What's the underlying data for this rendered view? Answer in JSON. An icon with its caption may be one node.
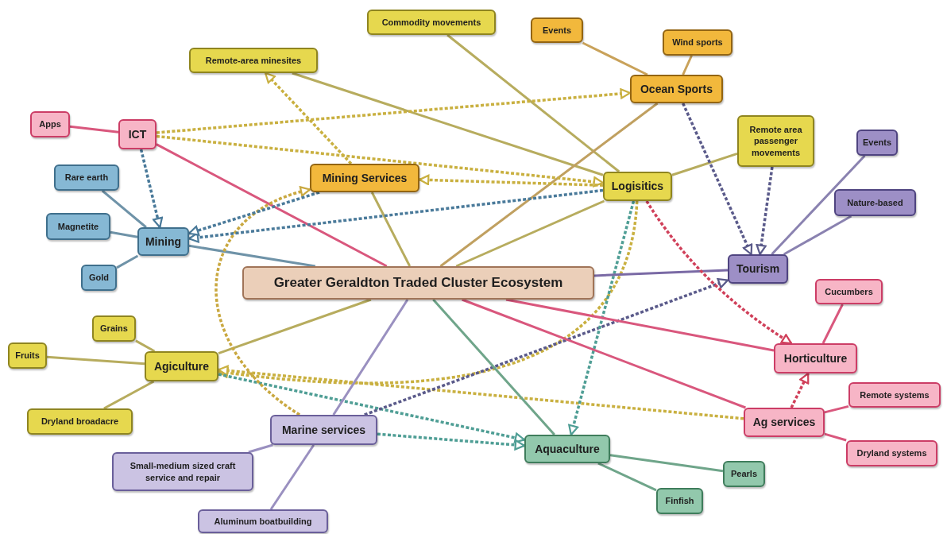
{
  "diagram": {
    "nodes": [
      {
        "text": [
          "Greater Geraldton Traded Cluster Ecosystem"
        ]
      },
      {
        "text": [
          "Commodity movements"
        ]
      },
      {
        "text": [
          "Events"
        ]
      },
      {
        "text": [
          "Wind sports"
        ]
      },
      {
        "text": [
          "Remote-area minesites"
        ]
      },
      {
        "text": [
          "Ocean Sports"
        ]
      },
      {
        "text": [
          "ICT"
        ]
      },
      {
        "text": [
          "Apps"
        ]
      },
      {
        "text": [
          "Remote area passenger movements"
        ]
      },
      {
        "text": [
          "Events"
        ]
      },
      {
        "text": [
          "Mining Services"
        ]
      },
      {
        "text": [
          "Logisitics"
        ]
      },
      {
        "text": [
          "Rare earth"
        ]
      },
      {
        "text": [
          "Nature-based"
        ]
      },
      {
        "text": [
          "Magnetite"
        ]
      },
      {
        "text": [
          "Mining"
        ]
      },
      {
        "text": [
          "Gold"
        ]
      },
      {
        "text": [
          "Tourism"
        ]
      },
      {
        "text": [
          "Cucumbers"
        ]
      },
      {
        "text": [
          "Grains"
        ]
      },
      {
        "text": [
          "Fruits"
        ]
      },
      {
        "text": [
          "Agiculture"
        ]
      },
      {
        "text": [
          "Horticulture"
        ]
      },
      {
        "text": [
          "Dryland broadacre"
        ]
      },
      {
        "text": [
          "Remote systems"
        ]
      },
      {
        "text": [
          "Ag services"
        ]
      },
      {
        "text": [
          "Marine services"
        ]
      },
      {
        "text": [
          "Aquaculture"
        ]
      },
      {
        "text": [
          "Dryland systems"
        ]
      },
      {
        "text": [
          "Small-medium sized craft service and repair"
        ]
      },
      {
        "text": [
          "Pearls"
        ]
      },
      {
        "text": [
          "Finfish"
        ]
      },
      {
        "text": [
          "Aluminum boatbuilding"
        ]
      }
    ],
    "edges": [
      {
        "from": 1,
        "to": 11,
        "arrow": "none",
        "color": "#b7ac5e"
      },
      {
        "from": 2,
        "to": 5,
        "arrow": "none",
        "color": "#c9a25a"
      },
      {
        "from": 3,
        "to": 5,
        "arrow": "none",
        "color": "#c9a25a"
      },
      {
        "from": 4,
        "to": 11,
        "arrow": "none",
        "color": "#b7ac5e"
      },
      {
        "from": 5,
        "to": 0,
        "arrow": "none",
        "color": "#c0a060"
      },
      {
        "from": 7,
        "to": 6,
        "arrow": "none",
        "color": "#d9577d"
      },
      {
        "from": 6,
        "to": 0,
        "arrow": "none",
        "color": "#d9577d"
      },
      {
        "from": 8,
        "to": 11,
        "arrow": "none",
        "color": "#b7ac5e"
      },
      {
        "from": 8,
        "to": 17,
        "arrow": "to",
        "style": "dashed",
        "color": "#5a5a8a"
      },
      {
        "from": 5,
        "to": 17,
        "arrow": "to",
        "style": "dashed",
        "color": "#5a5a8a"
      },
      {
        "from": 9,
        "to": 17,
        "arrow": "none",
        "color": "#8a82b0"
      },
      {
        "from": 13,
        "to": 17,
        "arrow": "none",
        "color": "#8a82b0"
      },
      {
        "from": 12,
        "to": 15,
        "arrow": "none",
        "color": "#6f93a8"
      },
      {
        "from": 14,
        "to": 15,
        "arrow": "none",
        "color": "#6f93a8"
      },
      {
        "from": 16,
        "to": 15,
        "arrow": "none",
        "color": "#6f93a8"
      },
      {
        "from": 15,
        "to": 0,
        "arrow": "none",
        "color": "#6f93a8"
      },
      {
        "from": 0,
        "to": 10,
        "arrow": "none",
        "color": "#b7ac5e"
      },
      {
        "from": 11,
        "to": 0,
        "arrow": "none",
        "color": "#b7ac5e"
      },
      {
        "from": 0,
        "to": 21,
        "arrow": "none",
        "color": "#b7ac5e"
      },
      {
        "from": 11,
        "to": 21,
        "arrow": "to",
        "style": "dashed",
        "color": "#c9b040"
      },
      {
        "from": 25,
        "to": 21,
        "arrow": "to",
        "style": "dashed",
        "color": "#c9b040"
      },
      {
        "from": 21,
        "to": 27,
        "arrow": "to",
        "style": "dashed",
        "color": "#4f9e95"
      },
      {
        "from": 26,
        "to": 27,
        "arrow": "to",
        "style": "dashed",
        "color": "#4f9e95"
      },
      {
        "from": 26,
        "to": 17,
        "arrow": "to",
        "style": "dashed",
        "color": "#5a5a8a"
      },
      {
        "from": 26,
        "to": 10,
        "arrow": "to",
        "style": "dashed",
        "color": "#c9a840"
      },
      {
        "from": 26,
        "to": 0,
        "arrow": "none",
        "color": "#9a90c0"
      },
      {
        "from": 29,
        "to": 26,
        "arrow": "none",
        "color": "#9a90c0"
      },
      {
        "from": 32,
        "to": 26,
        "arrow": "none",
        "color": "#9a90c0"
      },
      {
        "from": 0,
        "to": 27,
        "arrow": "none",
        "color": "#6fa58a"
      },
      {
        "from": 11,
        "to": 27,
        "arrow": "to",
        "style": "dashed",
        "color": "#4f9e95"
      },
      {
        "from": 30,
        "to": 27,
        "arrow": "none",
        "color": "#6fa58a"
      },
      {
        "from": 31,
        "to": 27,
        "arrow": "none",
        "color": "#6fa58a"
      },
      {
        "from": 0,
        "to": 17,
        "arrow": "none",
        "color": "#7a6aa5"
      },
      {
        "from": 11,
        "to": 22,
        "arrow": "to",
        "style": "dashed",
        "color": "#d0405a"
      },
      {
        "from": 0,
        "to": 22,
        "arrow": "none",
        "color": "#d9577d"
      },
      {
        "from": 0,
        "to": 25,
        "arrow": "none",
        "color": "#d9577d"
      },
      {
        "from": 25,
        "to": 22,
        "arrow": "to",
        "style": "dashed",
        "color": "#d0405a"
      },
      {
        "from": 18,
        "to": 22,
        "arrow": "none",
        "color": "#d9577d"
      },
      {
        "from": 24,
        "to": 25,
        "arrow": "none",
        "color": "#d9577d"
      },
      {
        "from": 28,
        "to": 25,
        "arrow": "none",
        "color": "#d9577d"
      },
      {
        "from": 6,
        "to": 15,
        "arrow": "to",
        "style": "dashed",
        "color": "#4a7a9a"
      },
      {
        "from": 6,
        "to": 5,
        "arrow": "to",
        "style": "dashed",
        "color": "#c9b040"
      },
      {
        "from": 6,
        "to": 11,
        "arrow": "to",
        "style": "dashed",
        "color": "#c9b040"
      },
      {
        "from": 11,
        "to": 10,
        "arrow": "to",
        "style": "dashed",
        "color": "#c9b040"
      },
      {
        "from": 11,
        "to": 15,
        "arrow": "to",
        "style": "dashed",
        "color": "#4a7a9a"
      },
      {
        "from": 10,
        "to": 15,
        "arrow": "to",
        "style": "dashed",
        "color": "#4a7a9a"
      },
      {
        "from": 10,
        "to": 4,
        "arrow": "to",
        "style": "dashed",
        "color": "#c9b040"
      },
      {
        "from": 19,
        "to": 21,
        "arrow": "none",
        "color": "#b7ac5e"
      },
      {
        "from": 20,
        "to": 21,
        "arrow": "none",
        "color": "#b7ac5e"
      },
      {
        "from": 23,
        "to": 21,
        "arrow": "none",
        "color": "#b7ac5e"
      }
    ]
  }
}
